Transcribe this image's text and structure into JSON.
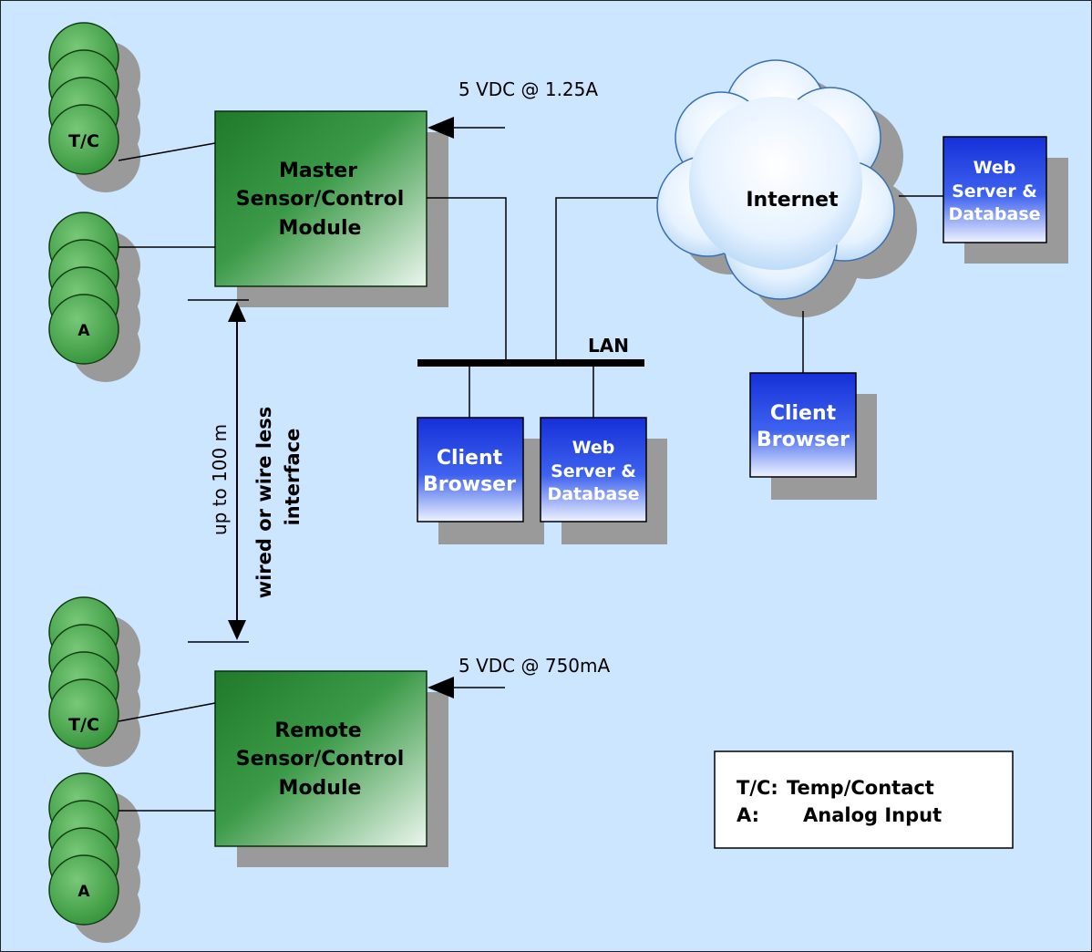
{
  "master_module": {
    "line1": "Master",
    "line2": "Sensor/Control",
    "line3": "Module"
  },
  "remote_module": {
    "line1": "Remote",
    "line2": "Sensor/Control",
    "line3": "Module"
  },
  "master_power": "5 VDC @ 1.25A",
  "remote_power": "5 VDC @ 750mA",
  "sensor_labels": {
    "tc": "T/C",
    "analog": "A"
  },
  "distance": {
    "length": "up to 100 m",
    "line1": "wired or wire less",
    "line2": "interface"
  },
  "lan_label": "LAN",
  "internet_label": "Internet",
  "lan_client": {
    "line1": "Client",
    "line2": "Browser"
  },
  "lan_server": {
    "line1": "Web",
    "line2": "Server &",
    "line3": "Database"
  },
  "internet_client": {
    "line1": "Client",
    "line2": "Browser"
  },
  "internet_server": {
    "line1": "Web",
    "line2": "Server &",
    "line3": "Database"
  },
  "legend": {
    "row1_key": "T/C:",
    "row1_value": "Temp/Contact",
    "row2_key": "A:",
    "row2_value": "Analog Input"
  },
  "colors": {
    "background": "#cde6ff",
    "module_green": "#2e8b3c",
    "sensor_green": "#3fa33f",
    "server_blue": "#1e3cd8",
    "shadow": "#9a9a9a"
  }
}
